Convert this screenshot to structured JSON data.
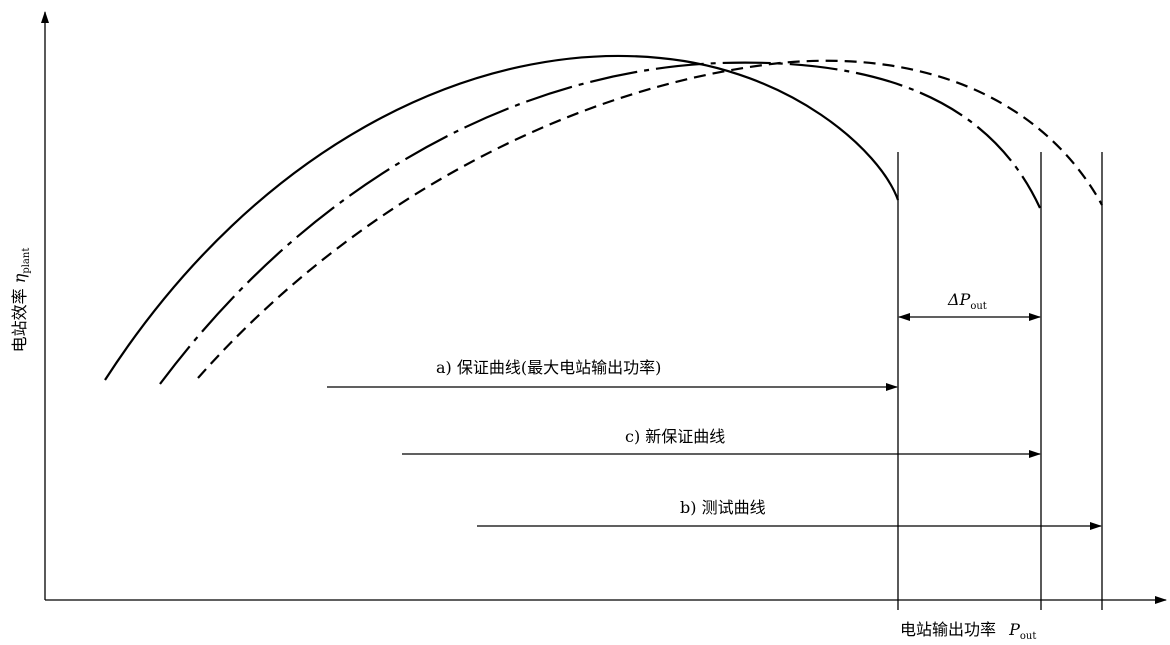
{
  "axes": {
    "y_label": "电站效率",
    "y_symbol": "η",
    "y_subscript": "plant",
    "x_label": "电站输出功率",
    "x_symbol": "P",
    "x_subscript": "out"
  },
  "arrows": {
    "a_label": "a)  保证曲线(最大电站输出功率)",
    "c_label": "c)  新保证曲线",
    "b_label": "b)  测试曲线"
  },
  "delta": {
    "symbol": "ΔP",
    "subscript": "out"
  },
  "curves": [
    {
      "id": "a",
      "style": "solid"
    },
    {
      "id": "c",
      "style": "dash-dot"
    },
    {
      "id": "b",
      "style": "dashed"
    }
  ],
  "colors": {
    "line": "#000000",
    "background": "#ffffff"
  }
}
